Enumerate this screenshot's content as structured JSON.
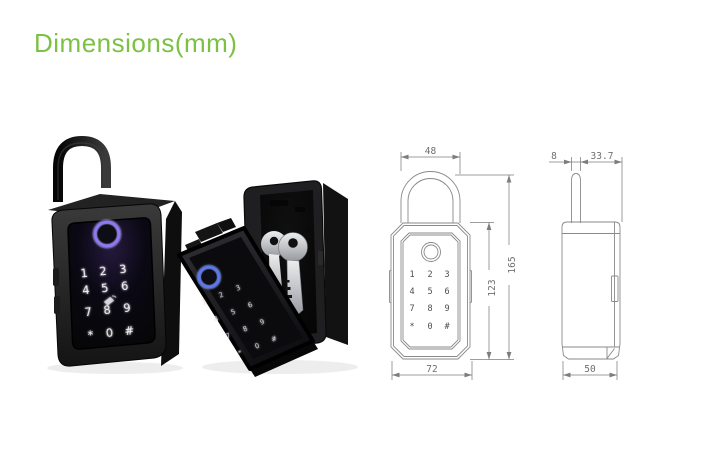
{
  "page": {
    "title": "Dimensions(mm)",
    "title_color": "#7cc143",
    "background_color": "#ffffff"
  },
  "keypad": {
    "keys": [
      "1",
      "2",
      "3",
      "4",
      "5",
      "6",
      "7",
      "8",
      "9",
      "*",
      "0",
      "#"
    ]
  },
  "drawings": {
    "front_view": {
      "shackle_width": "48",
      "total_height": "165",
      "body_height": "123",
      "body_width": "72"
    },
    "side_view": {
      "shackle_thickness": "8",
      "top_depth": "33.7",
      "body_depth": "50"
    }
  },
  "colors": {
    "drawing_lines": "#8a8a8a",
    "device_black": "#161616",
    "fingerprint_ring_purple": "#8d78f5",
    "fingerprint_ring_blue": "#5a78f2",
    "key_silver": "#c9cbce"
  }
}
